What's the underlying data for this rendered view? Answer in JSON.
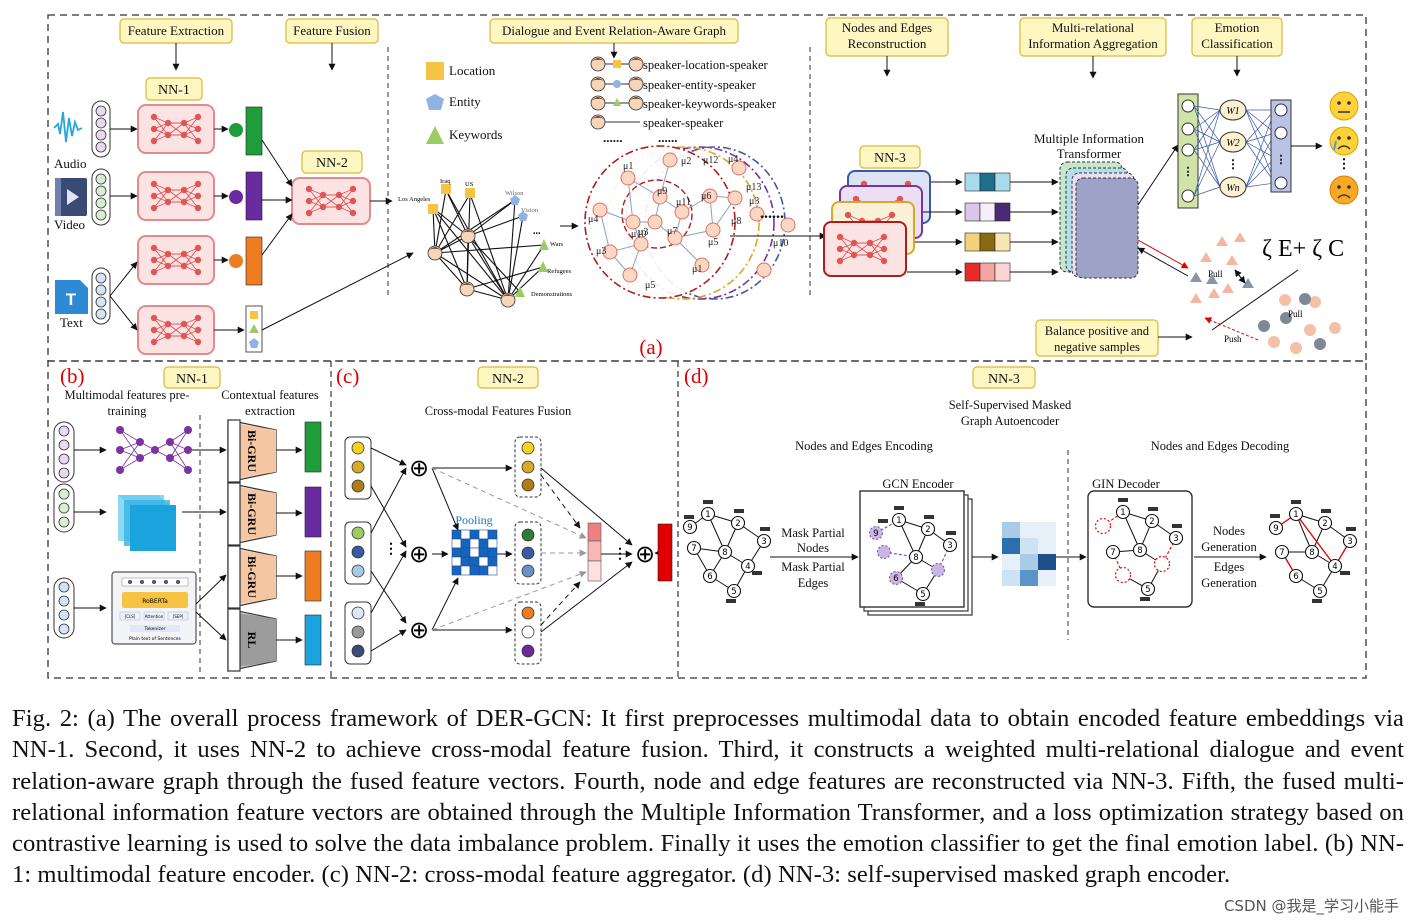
{
  "panel_a": {
    "feature_extraction": "Feature Extraction",
    "feature_fusion": "Feature Fusion",
    "graph_title": "Dialogue and Event Relation-Aware Graph",
    "nodes_edges_reconstruction": [
      "Nodes and Edges",
      "Reconstruction"
    ],
    "multi_relational": [
      "Multi-relational",
      "Information Aggregation"
    ],
    "emotion_classification": [
      "Emotion",
      "Classification"
    ],
    "nn1": "NN-1",
    "nn2": "NN-2",
    "nn3": "NN-3",
    "audio": "Audio",
    "video": "Video",
    "text": "Text",
    "text_icon": "T",
    "legend": [
      "Location",
      "Entity",
      "Keywords"
    ],
    "relations": [
      "speaker-location-speaker",
      "speaker-entity-speaker",
      "speaker-keywords-speaker",
      "speaker-speaker"
    ],
    "graph_words": [
      "Los Angeles",
      "Iraq",
      "US",
      "Wilson",
      "Vision",
      "Wars",
      "Refugees",
      "Demonstrations"
    ],
    "mu_labels": [
      "μ1",
      "μ2",
      "μ12",
      "μ4",
      "μ9",
      "μ6",
      "μ4",
      "μ13",
      "μ11",
      "μ10",
      "μ7",
      "μ3",
      "μ5",
      "μ1",
      "μ3",
      "μ5",
      "μ3",
      "μ10",
      "μ8"
    ],
    "dots": "......",
    "mit_label": [
      "Multiple Information",
      "Transformer"
    ],
    "loss": "ζ E+ ζ C",
    "pull1": "Pull",
    "pull2": "Pull",
    "push": "Push",
    "balance": [
      "Balance positive and",
      "negative samples"
    ],
    "weights": [
      "W1",
      "W2",
      "Wn"
    ],
    "panel_letter": "(a)"
  },
  "panel_b": {
    "letter": "(b)",
    "nn1": "NN-1",
    "pretrain": [
      "Multimodal features pre-",
      "training"
    ],
    "contextual": [
      "Contextual features",
      "extraction"
    ],
    "encoders": [
      "Bi-GRU",
      "Bi-GRU",
      "Bi-GRU",
      "RL"
    ],
    "roberta": "RoBERTa",
    "tokenizer": "Tokenizer",
    "sentence": "Plain text of Sentences",
    "subblocks": [
      "[CLS]",
      "Attention",
      "[SEP]"
    ]
  },
  "panel_c": {
    "letter": "(c)",
    "nn2": "NN-2",
    "subtitle": "Cross-modal Features Fusion",
    "pooling": "Pooling",
    "plus": "⊕"
  },
  "panel_d": {
    "letter": "(d)",
    "nn3": "NN-3",
    "subtitle": [
      "Self-Supervised Masked",
      "Graph Autoencoder"
    ],
    "encoding": "Nodes and Edges Encoding",
    "decoding": "Nodes and Edges Decoding",
    "gcn": "GCN Encoder",
    "gin": "GIN Decoder",
    "mask": [
      "Mask Partial",
      "Nodes",
      "Mask Partial",
      "Edges"
    ],
    "gen": [
      "Nodes",
      "Generation",
      "Edges",
      "Generation"
    ],
    "node_ids": [
      "1",
      "2",
      "3",
      "4",
      "5",
      "6",
      "7",
      "8",
      "9"
    ]
  },
  "caption": "Fig. 2: (a) The overall process framework of DER-GCN: It first preprocesses multimodal data to obtain encoded feature embeddings via NN-1. Second, it uses NN-2 to achieve cross-modal feature fusion. Third, it constructs a weighted multi-relational dialogue and event relation-aware graph through the fused feature vectors. Fourth, node and edge features are reconstructed via NN-3. Fifth, the fused multi-relational information feature vectors are obtained through the Multiple Information Transformer, and a loss optimization strategy based on contrastive learning is used to solve the data imbalance problem. Finally it uses the emotion classifier to get the final emotion label. (b) NN-1: multimodal feature encoder. (c) NN-2: cross-modal feature aggregator. (d) NN-3: self-supervised masked graph encoder.",
  "watermark": "CSDN @我是_学习小能手",
  "colors": {
    "nn_fill": "#fbe3e3",
    "nn_stroke": "#e58a8a",
    "label_box": "#fff7c2",
    "label_stroke": "#d9b836",
    "green": "#1f9d3a",
    "purple": "#6a2aa0",
    "orange": "#ee7d22",
    "red": "#e00000",
    "blue": "#1473c2"
  }
}
